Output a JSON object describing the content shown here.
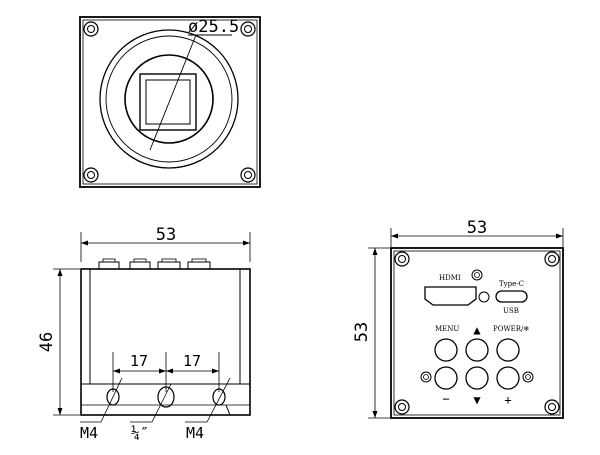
{
  "front_view": {
    "diameter_label": "ø25.5"
  },
  "side_view": {
    "width_label": "53",
    "height_label": "46",
    "spacing_left_label": "17",
    "spacing_right_label": "17",
    "mount_left_label": "M4",
    "mount_center_label": "¼″",
    "mount_right_label": "M4"
  },
  "rear_view": {
    "width_label": "53",
    "height_label": "53",
    "hdmi_label": "HDMI",
    "usb_type_label": "Type-C",
    "usb_label": "USB",
    "menu_label": "MENU",
    "power_label": "POWER/❄",
    "up_symbol": "▲",
    "down_symbol": "▼",
    "minus_symbol": "−",
    "plus_symbol": "+"
  }
}
